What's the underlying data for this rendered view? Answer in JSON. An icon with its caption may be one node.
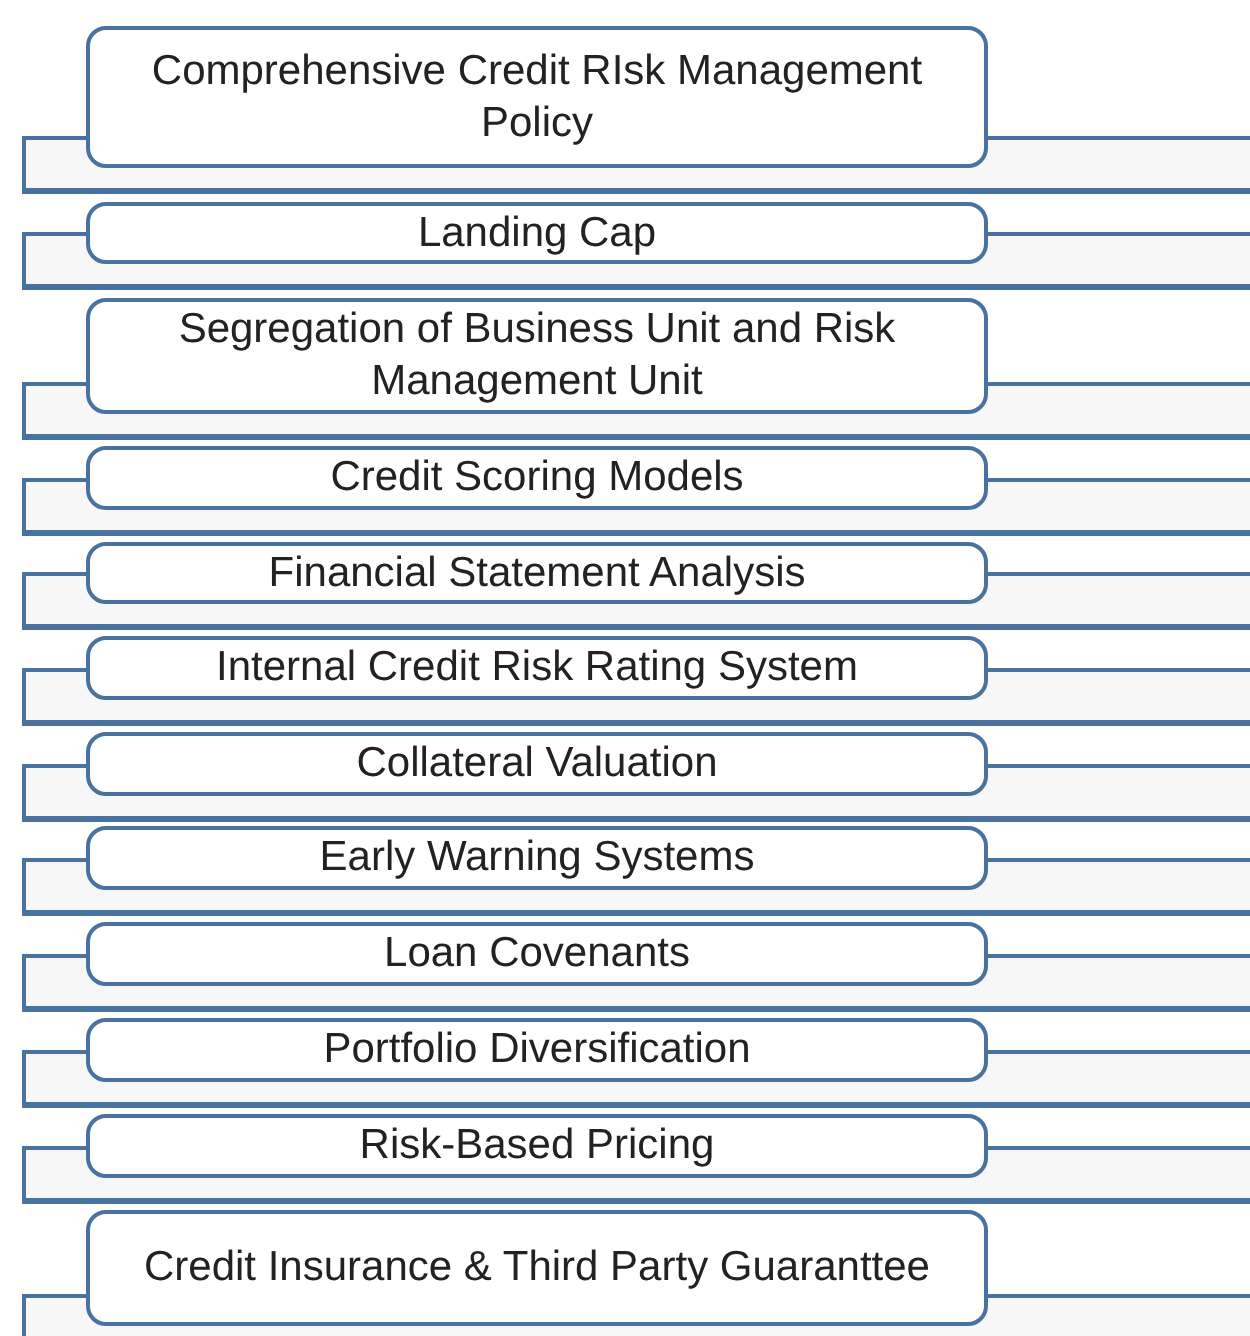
{
  "diagram": {
    "nodes": [
      {
        "text": [
          "Comprehensive Credit RIsk Management Policy"
        ]
      },
      {
        "text": [
          "Landing Cap"
        ]
      },
      {
        "text": [
          "Segregation of Business Unit and Risk Management Unit"
        ]
      },
      {
        "text": [
          "Credit Scoring Models"
        ]
      },
      {
        "text": [
          "Financial Statement Analysis"
        ]
      },
      {
        "text": [
          "Internal Credit Risk Rating System"
        ]
      },
      {
        "text": [
          "Collateral Valuation"
        ]
      },
      {
        "text": [
          "Early Warning Systems"
        ]
      },
      {
        "text": [
          "Loan Covenants"
        ]
      },
      {
        "text": [
          "Portfolio Diversification"
        ]
      },
      {
        "text": [
          "Risk-Based Pricing"
        ]
      },
      {
        "text": [
          "Credit Insurance & Third Party Guaranttee"
        ]
      }
    ]
  }
}
